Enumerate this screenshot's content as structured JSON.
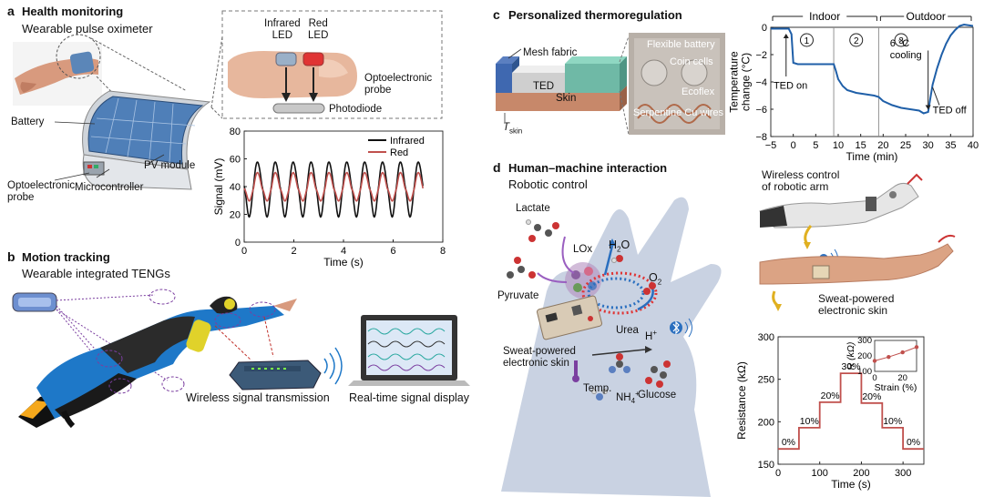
{
  "panel_a": {
    "letter": "a",
    "title": "Health monitoring",
    "subtitle": "Wearable pulse oximeter",
    "labels": {
      "infrared_led": "Infrared\nLED",
      "red_led": "Red\nLED",
      "optoelectronic_probe_inset": "Optoelectronic\nprobe",
      "photodiode": "Photodiode",
      "battery": "Battery",
      "pv_module": "PV module",
      "optoelectronic_probe": "Optoelectronic\nprobe",
      "microcontroller": "Microcontroller"
    }
  },
  "panel_b": {
    "letter": "b",
    "title": "Motion tracking",
    "subtitle": "Wearable integrated TENGs",
    "labels": {
      "wireless": "Wireless signal transmission",
      "display": "Real-time signal display"
    }
  },
  "panel_c": {
    "letter": "c",
    "title": "Personalized thermoregulation",
    "labels": {
      "mesh_fabric": "Mesh fabric",
      "ted": "TED",
      "skin": "Skin",
      "tskin": "T",
      "tskin_sub": "skin",
      "flexible_battery": "Flexible battery",
      "coin_cells": "Coin cells",
      "ecoflex": "Ecoflex",
      "serpentine": "Serpentine Cu wires"
    }
  },
  "panel_d": {
    "letter": "d",
    "title": "Human–machine interaction",
    "subtitle": "Robotic control",
    "labels": {
      "lactate": "Lactate",
      "lox": "LOx",
      "h2o": "H",
      "h2o_sub": "2",
      "h2o_tail": "O",
      "o2": "O",
      "o2_sub": "2",
      "pyruvate": "Pyruvate",
      "sweat_skin_left": "Sweat-powered\nelectronic skin",
      "urea": "Urea",
      "hplus": "H",
      "hplus_sup": "+",
      "temp": "Temp.",
      "nh4": "NH",
      "nh4_sub": "4",
      "nh4_sup": "+",
      "glucose": "Glucose",
      "wireless_control": "Wireless control\nof robotic arm",
      "sweat_skin_right": "Sweat-powered\nelectronic skin"
    }
  },
  "chart_data": [
    {
      "id": "signal",
      "type": "line",
      "xlabel": "Time (s)",
      "ylabel": "Signal (mV)",
      "xlim": [
        0,
        8
      ],
      "ylim": [
        0,
        80
      ],
      "xticks": [
        0,
        2,
        4,
        6,
        8
      ],
      "yticks": [
        0,
        20,
        40,
        60,
        80
      ],
      "legend": "top-right",
      "series": [
        {
          "name": "Infrared",
          "color": "#111111",
          "period": 0.72,
          "phase": 0.35,
          "baseline": 36,
          "amp_high": 28,
          "amp_low": 14,
          "x": [
            0,
            7.2
          ]
        },
        {
          "name": "Red",
          "color": "#c0504d",
          "period": 0.72,
          "phase": 0.35,
          "baseline": 36,
          "amp_high": 18,
          "amp_low": 4,
          "x": [
            0,
            7.2
          ]
        }
      ]
    },
    {
      "id": "temperature",
      "type": "line",
      "xlabel": "Time (min)",
      "ylabel": "Temperature\nchange (°C)",
      "xlim": [
        -5,
        40
      ],
      "ylim": [
        -8,
        0
      ],
      "xticks": [
        -5,
        0,
        5,
        10,
        15,
        20,
        25,
        30,
        35,
        40
      ],
      "yticks": [
        0,
        -2,
        -4,
        -6,
        -8
      ],
      "color": "#1f5fa8",
      "x": [
        -5,
        -1,
        -0.4,
        0,
        1,
        3,
        5,
        7,
        9,
        9.5,
        10,
        11,
        12,
        14,
        16,
        18,
        19,
        20,
        22,
        24,
        26,
        28,
        29,
        30,
        30.5,
        31,
        32,
        33,
        34,
        35,
        36,
        37,
        38,
        40
      ],
      "y": [
        -0.1,
        -0.1,
        -0.5,
        -2.6,
        -2.7,
        -2.7,
        -2.7,
        -2.7,
        -2.7,
        -3.2,
        -3.8,
        -4.3,
        -4.6,
        -4.8,
        -4.9,
        -5.0,
        -5.1,
        -5.4,
        -5.7,
        -5.9,
        -6.0,
        -6.1,
        -6.3,
        -6.2,
        -5.2,
        -4.2,
        -3.0,
        -2.0,
        -1.2,
        -0.6,
        -0.2,
        0.1,
        0.2,
        0.1
      ],
      "bands": [
        {
          "label": "Indoor",
          "from": -5,
          "to": 19
        },
        {
          "label": "Outdoor",
          "from": 19,
          "to": 40
        }
      ],
      "phases": [
        {
          "label": "1",
          "at": 3
        },
        {
          "label": "2",
          "at": 14
        },
        {
          "label": "3",
          "at": 24
        }
      ],
      "dividers": [
        9,
        19
      ],
      "annotations": {
        "ted_on": "TED on",
        "cooling": "6 °C\ncooling",
        "ted_off": "TED off"
      }
    },
    {
      "id": "resistance",
      "type": "line",
      "xlabel": "Time (s)",
      "ylabel": "Resistance (kΩ)",
      "xlim": [
        0,
        350
      ],
      "ylim": [
        150,
        300
      ],
      "xticks": [
        0,
        100,
        200,
        300
      ],
      "yticks": [
        150,
        200,
        250,
        300
      ],
      "color": "#c0504d",
      "steps": [
        {
          "from": 0,
          "to": 50,
          "value": 168,
          "label": "0%"
        },
        {
          "from": 50,
          "to": 100,
          "value": 193,
          "label": "10%"
        },
        {
          "from": 100,
          "to": 150,
          "value": 223,
          "label": "20%"
        },
        {
          "from": 150,
          "to": 200,
          "value": 257,
          "label": "30%"
        },
        {
          "from": 200,
          "to": 250,
          "value": 222,
          "label": "20%"
        },
        {
          "from": 250,
          "to": 300,
          "value": 193,
          "label": "10%"
        },
        {
          "from": 300,
          "to": 350,
          "value": 168,
          "label": "0%"
        }
      ],
      "inset": {
        "xlabel": "Strain (%)",
        "ylabel": "R (kΩ)",
        "xlim": [
          0,
          30
        ],
        "ylim": [
          100,
          300
        ],
        "xticks": [
          0,
          20
        ],
        "yticks": [
          100,
          200,
          300
        ],
        "x": [
          0,
          10,
          20,
          30
        ],
        "y": [
          168,
          193,
          223,
          257
        ]
      }
    }
  ]
}
